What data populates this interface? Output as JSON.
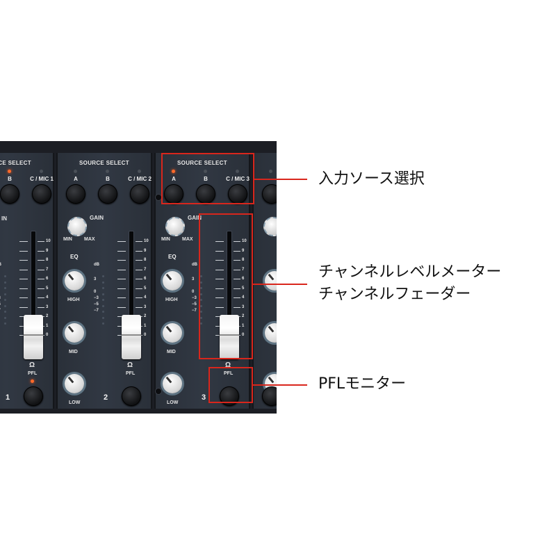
{
  "mixer": {
    "source_select_title": "SOURCE SELECT",
    "button_a": "A",
    "button_b": "B",
    "channels": [
      {
        "number": "1",
        "mic_label": "C / MIC 1"
      },
      {
        "number": "2",
        "mic_label": "C / MIC 2"
      },
      {
        "number": "3",
        "mic_label": "C / MIC 3"
      }
    ],
    "gain_label": "GAIN",
    "gain_partial": "IN",
    "min_label": "MIN",
    "max_label": "MAX",
    "eq_label": "EQ",
    "high_label": "HIGH",
    "mid_label": "MID",
    "low_label": "LOW",
    "db_label": "dB",
    "pfl_label": "PFL",
    "phones_symbol": "Ω",
    "fader_scale": [
      "10",
      "9",
      "8",
      "7",
      "6",
      "5",
      "4",
      "3",
      "2",
      "1",
      "0"
    ],
    "meter_scale": [
      "3",
      "0",
      "−3",
      "−5",
      "−7"
    ]
  },
  "callouts": {
    "source_select": "入力ソース選択",
    "meter_line1": "チャンネルレベルメーター",
    "meter_line2": "チャンネルフェーダー",
    "pfl_monitor": "PFLモニター"
  },
  "colors": {
    "highlight": "#d9261c",
    "led_on": "#ff6a2a",
    "panel": "#2d333c"
  }
}
